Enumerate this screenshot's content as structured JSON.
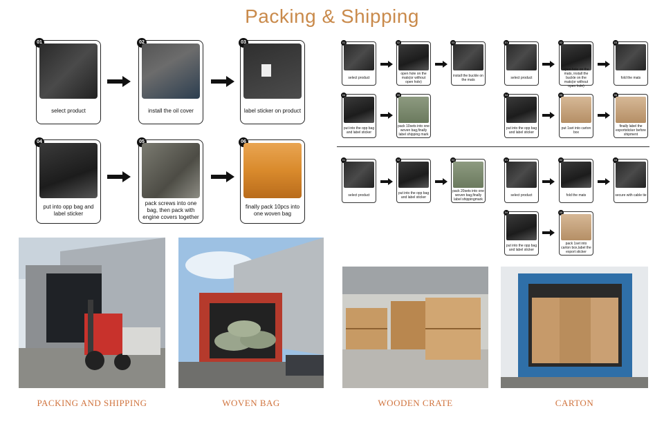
{
  "title": "Packing & Shipping",
  "main_steps": [
    {
      "num": "01",
      "label": "select product"
    },
    {
      "num": "02",
      "label": "install the oil cover"
    },
    {
      "num": "03",
      "label": "label sticker on product"
    },
    {
      "num": "04",
      "label": "put into opp bag and label sticker"
    },
    {
      "num": "05",
      "label": "pack screws into one bag, then pack with engine covers together"
    },
    {
      "num": "06",
      "label": "finally pack 10pcs into one woven bag"
    }
  ],
  "flow_a": [
    {
      "num": "01",
      "label": "select product"
    },
    {
      "num": "02",
      "label": "open hole on the mats(or without open hole)"
    },
    {
      "num": "03",
      "label": "install the buckle on the mats"
    },
    {
      "num": "04",
      "label": "put into the opp bag and label sticker"
    },
    {
      "num": "05",
      "label": "pack 10sets into one woven bag,finally label shipping mark"
    }
  ],
  "flow_b": [
    {
      "num": "01",
      "label": "select product"
    },
    {
      "num": "02",
      "label": "open hole on the mats, install the buckle on the mats(or without open hole)"
    },
    {
      "num": "03",
      "label": "fold the mats"
    },
    {
      "num": "04",
      "label": "put into the opp bag and label sticker"
    },
    {
      "num": "05",
      "label": "put 1set into carton box"
    },
    {
      "num": "06",
      "label": "finally label the exportsticker before shipment"
    }
  ],
  "flow_c": [
    {
      "num": "01",
      "label": "select product"
    },
    {
      "num": "02",
      "label": "put into the opp bag and label sticker"
    },
    {
      "num": "03",
      "label": "pack 20sets into one woven bag,finally label shippingmark"
    }
  ],
  "flow_d": [
    {
      "num": "01",
      "label": "select product"
    },
    {
      "num": "02",
      "label": "fold the mats"
    },
    {
      "num": "03",
      "label": "secure with cable tie"
    },
    {
      "num": "04",
      "label": "put into the opp bag and label sticker"
    },
    {
      "num": "05",
      "label": "pack 1set into carton box,label the export sticker"
    }
  ],
  "bottom_labels": [
    "PACKING AND SHIPPING",
    "WOVEN BAG",
    "WOODEN CRATE",
    "CARTON"
  ],
  "colors": {
    "title": "#c98a4b",
    "labels": "#d0733d"
  }
}
